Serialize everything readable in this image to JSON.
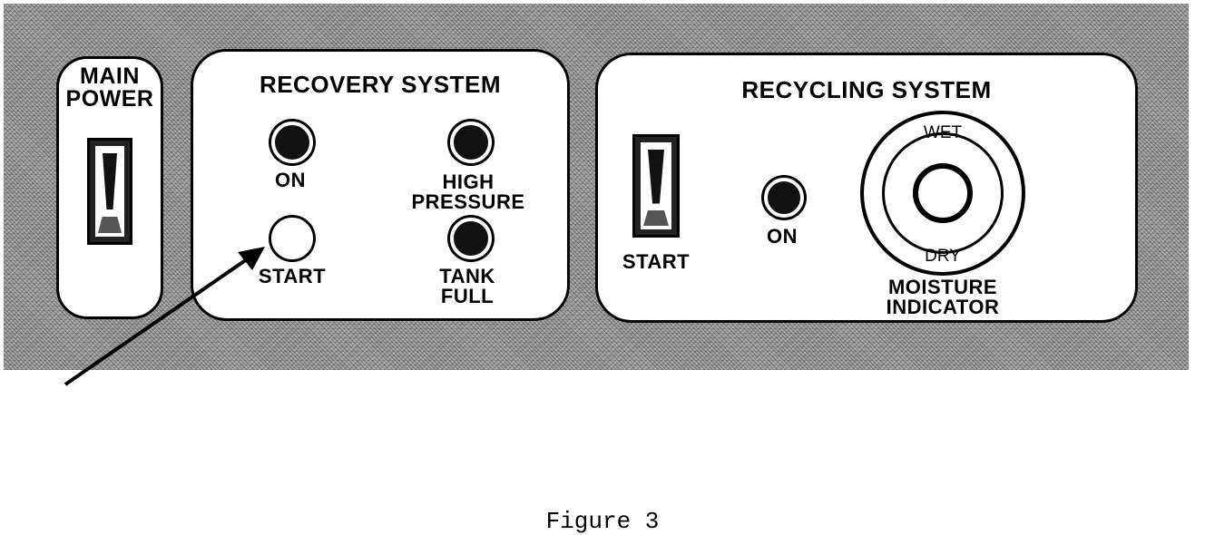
{
  "main_power": {
    "title": "MAIN\nPOWER"
  },
  "recovery": {
    "title": "RECOVERY SYSTEM",
    "on_label": "ON",
    "start_label": "START",
    "high_pressure_label": "HIGH\nPRESSURE",
    "tank_full_label": "TANK\nFULL"
  },
  "recycling": {
    "title": "RECYCLING SYSTEM",
    "start_label": "START",
    "on_label": "ON",
    "wet_label": "WET",
    "dry_label": "DRY",
    "moisture_label": "MOISTURE\nINDICATOR"
  },
  "caption": "Figure 3"
}
